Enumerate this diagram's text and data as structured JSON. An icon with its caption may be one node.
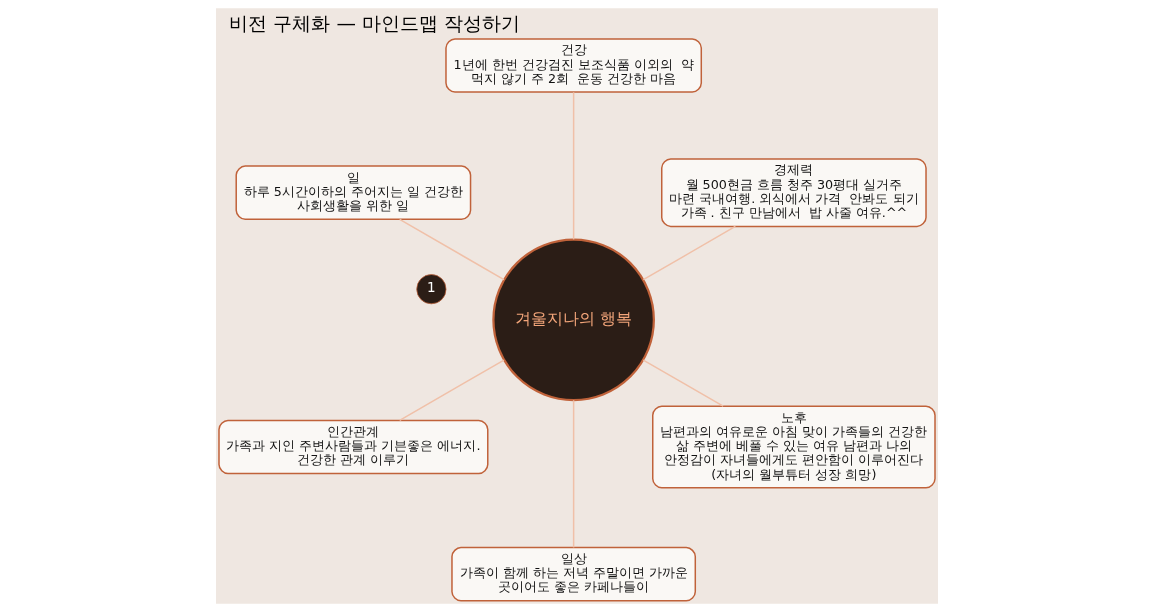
{
  "diagram": {
    "title": "비전 구체화 — 마인드맵 작성하기",
    "nodes": [
      {
        "text": [
          "겨울지나의 행복"
        ]
      },
      {
        "text": [
          "경제력",
          "월 500현금 흐름 청주 30평대 실거주 마련 국내여행. 외식에서 가격  안봐도 되기 가족 . 친구 만남에서  밥 사줄 여유.^^"
        ]
      },
      {
        "text": [
          "건강",
          "1년에 한번 건강검진 보조식품 이외의  약 먹지 않기 주 2회  운동 건강한 마음"
        ]
      },
      {
        "text": [
          "일",
          "하루 5시간이하의 주어지는 일 건강한 사회생활을 위한 일"
        ]
      },
      {
        "text": [
          "인간관계",
          "가족과 지인 주변사람들과 기븐좋은 에너지. 건강한 관계 이루기"
        ]
      },
      {
        "text": [
          "일상",
          "가족이 함께 하는 저녁 주말이면 가까운 곳이어도 좋은 카페나들이"
        ]
      },
      {
        "text": [
          "노후",
          "남편과의 여유로운 아침 맞이 가족들의 건강한 삶 주변에 베풀 수 있는 여유 남편과 나의  안정감이 자녀들에게도 편안함이 이루어진다 (자녀의 월부튜터 성장 희망)"
        ]
      }
    ],
    "edges": [
      {
        "from": 0,
        "to": 1,
        "arrow": "none"
      },
      {
        "from": 0,
        "to": 2,
        "arrow": "none"
      },
      {
        "from": 0,
        "to": 3,
        "arrow": "none"
      },
      {
        "from": 0,
        "to": 4,
        "arrow": "none"
      },
      {
        "from": 0,
        "to": 5,
        "arrow": "none"
      },
      {
        "from": 0,
        "to": 6,
        "arrow": "none"
      }
    ],
    "labels": [
      "1"
    ]
  }
}
